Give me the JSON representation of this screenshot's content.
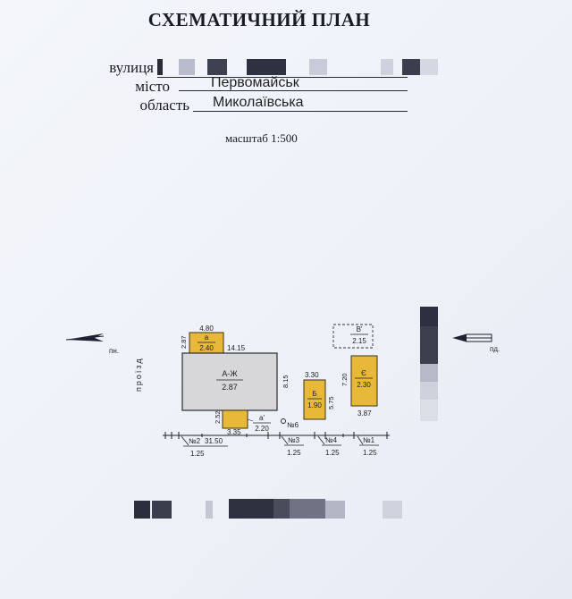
{
  "document": {
    "title": "СХЕМАТИЧНИЙ ПЛАН",
    "fields": [
      {
        "label": "вулиця",
        "value": ""
      },
      {
        "label": "місто",
        "value": "Первомайськ"
      },
      {
        "label": "область",
        "value": "Миколаївська"
      }
    ],
    "scale": "масштаб 1:500"
  },
  "plan": {
    "direction_left": "пн.",
    "direction_right": "пд.",
    "passage_label": "проїзд",
    "buildings": [
      {
        "code": "а",
        "height": "2.40",
        "top_dim": "4.80",
        "side_dim": "2.87"
      },
      {
        "code": "А-Ж",
        "height": "2.87",
        "top_dim": "14.15",
        "side_dim": "8.15"
      },
      {
        "code": "а'",
        "height": "2.20",
        "top_dim": "3.35",
        "side_dim": "2.52"
      },
      {
        "code": "Б",
        "height": "1.90",
        "top_dim": "3.30",
        "side_dim": "5.75"
      },
      {
        "code": "В'",
        "height": "2.15"
      },
      {
        "code": "Є",
        "height": "2.30",
        "bottom_dim": "3.87",
        "side_dim": "7.20"
      }
    ],
    "fences": [
      {
        "code": "№2",
        "length": "31.50",
        "height": "1.25"
      },
      {
        "code": "№3",
        "height": "1.25"
      },
      {
        "code": "№4",
        "height": "1.25"
      },
      {
        "code": "№1",
        "height": "1.25"
      },
      {
        "code": "№6"
      }
    ]
  },
  "colors": {
    "building_fill": "#e8b938",
    "building_stroke": "#3a3218",
    "main_fill": "#d7d7d9"
  }
}
